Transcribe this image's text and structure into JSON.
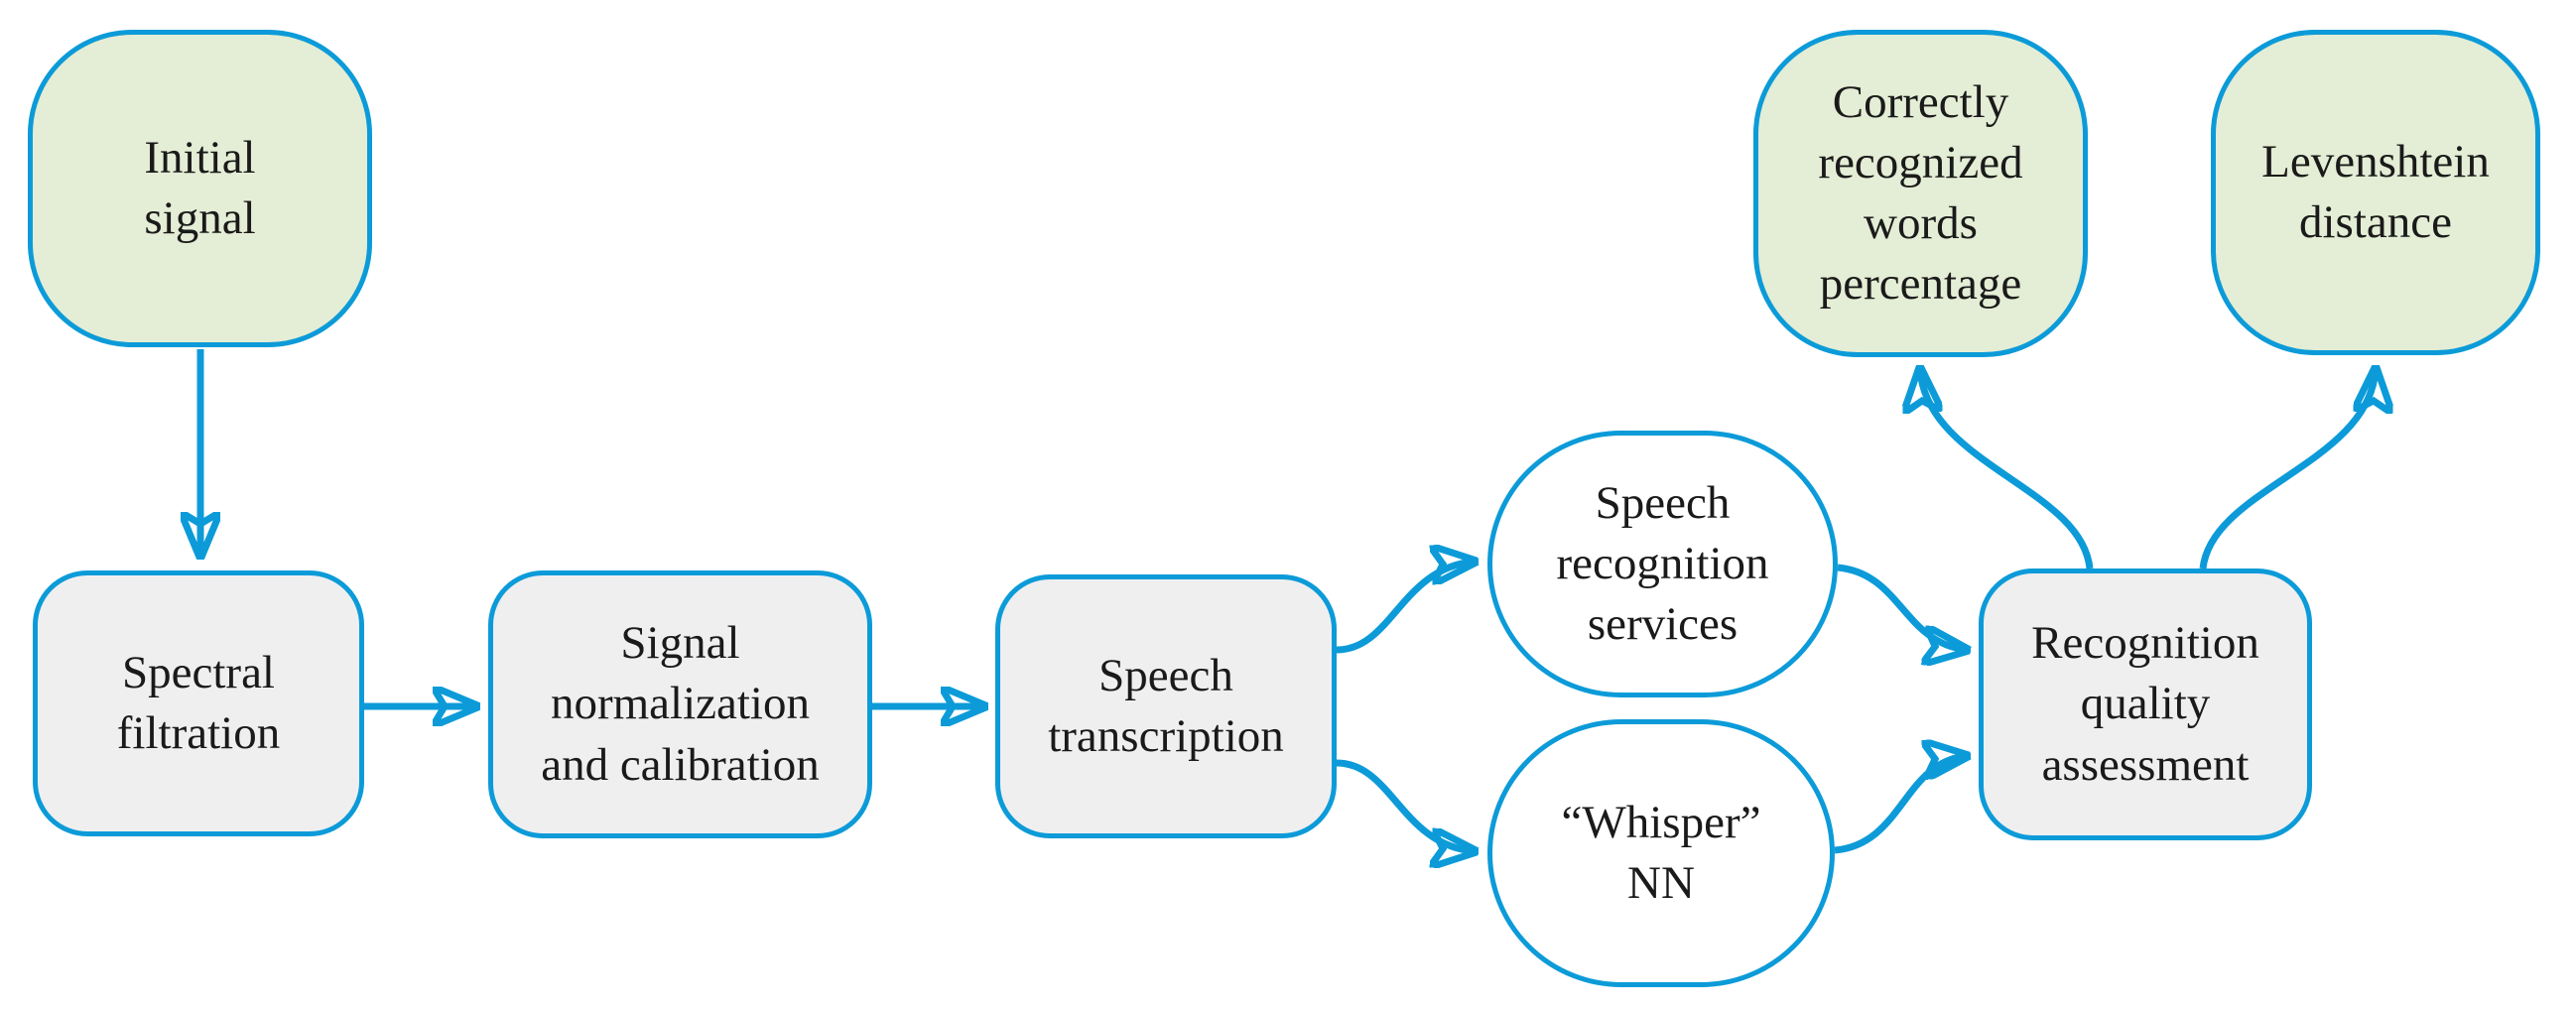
{
  "flowchart": {
    "colors": {
      "accent_blue": "#0c9bd8",
      "green_fill": "#e4edd5",
      "gray_fill": "#efeff0",
      "white_fill": "#ffffff",
      "text": "#1a1a1a",
      "background": "#ffffff"
    },
    "nodes": {
      "initial_signal": {
        "label": "Initial\nsignal",
        "shape": "squircle",
        "fill": "green"
      },
      "spectral_filtration": {
        "label": "Spectral\nfiltration",
        "shape": "rounded-box",
        "fill": "gray"
      },
      "signal_normalization": {
        "label": "Signal\nnormalization\nand calibration",
        "shape": "rounded-box",
        "fill": "gray"
      },
      "speech_transcription": {
        "label": "Speech\ntranscription",
        "shape": "rounded-box",
        "fill": "gray"
      },
      "speech_recognition_services": {
        "label": "Speech\nrecognition\nservices",
        "shape": "circle",
        "fill": "white"
      },
      "whisper_nn": {
        "label": "“Whisper”\nNN",
        "shape": "circle",
        "fill": "white"
      },
      "recognition_quality_assessment": {
        "label": "Recognition\nquality\nassessment",
        "shape": "rounded-box",
        "fill": "gray"
      },
      "correctly_recognized_words_percentage": {
        "label": "Correctly\nrecognized\nwords\npercentage",
        "shape": "squircle",
        "fill": "green"
      },
      "levenshtein_distance": {
        "label": "Levenshtein\ndistance",
        "shape": "squircle",
        "fill": "green"
      }
    },
    "edges": [
      {
        "from": "initial_signal",
        "to": "spectral_filtration"
      },
      {
        "from": "spectral_filtration",
        "to": "signal_normalization"
      },
      {
        "from": "signal_normalization",
        "to": "speech_transcription"
      },
      {
        "from": "speech_transcription",
        "to": "speech_recognition_services"
      },
      {
        "from": "speech_transcription",
        "to": "whisper_nn"
      },
      {
        "from": "speech_recognition_services",
        "to": "recognition_quality_assessment"
      },
      {
        "from": "whisper_nn",
        "to": "recognition_quality_assessment"
      },
      {
        "from": "recognition_quality_assessment",
        "to": "correctly_recognized_words_percentage"
      },
      {
        "from": "recognition_quality_assessment",
        "to": "levenshtein_distance"
      }
    ]
  }
}
